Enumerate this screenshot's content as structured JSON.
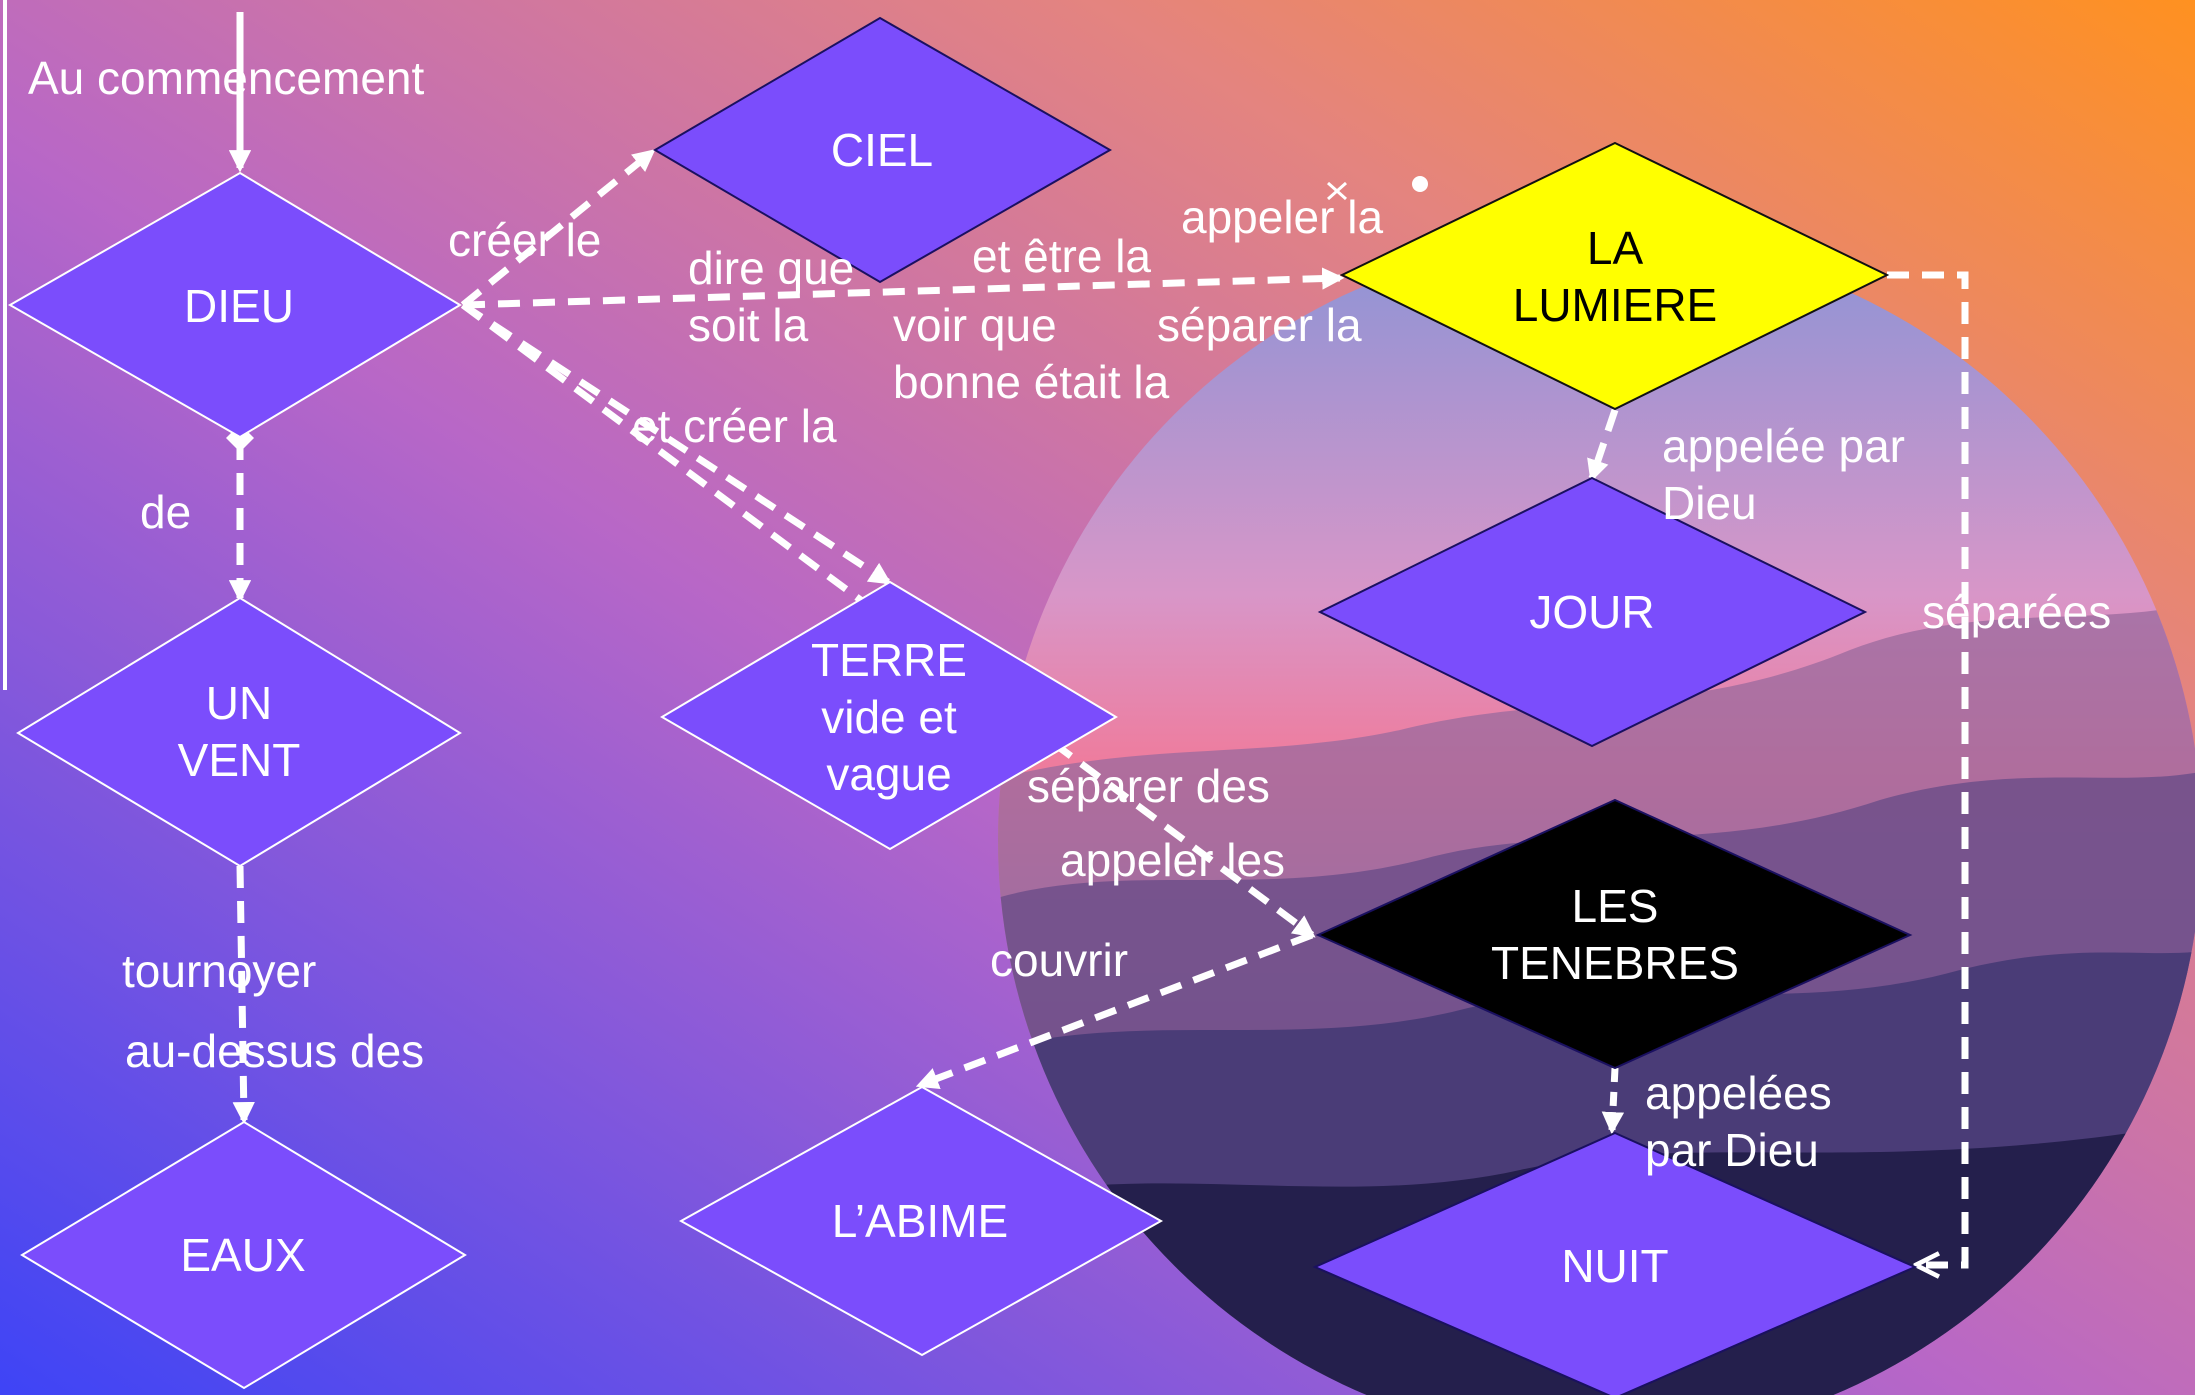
{
  "diagram": {
    "title": "Au commencement",
    "nodes": {
      "dieu": "DIEU",
      "ciel": "CIEL",
      "vent": "UN\nVENT",
      "terre": "TERRE\nvide et\nvague",
      "eaux": "EAUX",
      "abime": "L’ABIME",
      "lumiere": "LA\nLUMIERE",
      "jour": "JOUR",
      "tenebres": "LES\nTENEBRES",
      "nuit": "NUIT"
    },
    "edge_labels": {
      "creer_le": "créer le",
      "dire_que": "dire que",
      "soit_la": "soit la",
      "et_etre_la": "et être la",
      "appeler_la": "appeler la",
      "voir_que": "voir que",
      "bonne_etait_la": "bonne était la",
      "separer_la": "séparer la",
      "et_creer_la": "et créer la",
      "de": "de",
      "appelee_par_1": "appelée par",
      "appelee_par_2": "Dieu",
      "separees": "séparées",
      "separer_des": "séparer des",
      "appeler_les": "appeler les",
      "couvrir": "couvrir",
      "tournoyer": "tournoyer",
      "au_dessus_des": "au-dessus des",
      "appelees_1": "appelées",
      "appelees_2": "par Dieu"
    },
    "colors": {
      "node_fill": "#7b4dfc",
      "highlight_fill": "#ffff00",
      "dark_fill": "#000000",
      "edge": "#ffffff"
    }
  }
}
